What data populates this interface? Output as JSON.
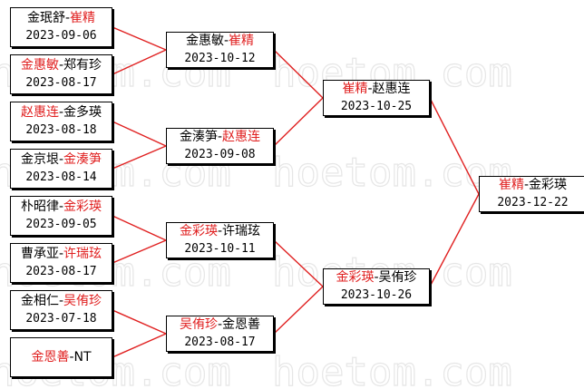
{
  "watermark": "hoetom.com",
  "colors": {
    "winner": "#e02020",
    "line": "#e02020",
    "text": "#000000",
    "watermark": "#e8e8e8"
  },
  "round1": [
    {
      "p1": "金珉舒",
      "p2": "崔精",
      "winner": 2,
      "date": "2023-09-06"
    },
    {
      "p1": "金惠敏",
      "p2": "郑有珍",
      "winner": 1,
      "date": "2023-08-17"
    },
    {
      "p1": "赵惠连",
      "p2": "金多瑛",
      "winner": 1,
      "date": "2023-08-18"
    },
    {
      "p1": "金京垠",
      "p2": "金湊笋",
      "winner": 2,
      "date": "2023-08-14"
    },
    {
      "p1": "朴昭律",
      "p2": "金彩瑛",
      "winner": 2,
      "date": "2023-09-05"
    },
    {
      "p1": "曹承亚",
      "p2": "许瑞玹",
      "winner": 2,
      "date": "2023-08-17"
    },
    {
      "p1": "金相仁",
      "p2": "吴侑珍",
      "winner": 2,
      "date": "2023-07-18"
    },
    {
      "p1": "金恩善",
      "p2": "NT",
      "winner": 1,
      "date": ""
    }
  ],
  "round2": [
    {
      "p1": "金惠敏",
      "p2": "崔精",
      "winner": 2,
      "date": "2023-10-12"
    },
    {
      "p1": "金湊笋",
      "p2": "赵惠连",
      "winner": 2,
      "date": "2023-09-08"
    },
    {
      "p1": "金彩瑛",
      "p2": "许瑞玹",
      "winner": 1,
      "date": "2023-10-11"
    },
    {
      "p1": "吴侑珍",
      "p2": "金恩善",
      "winner": 1,
      "date": "2023-08-17"
    }
  ],
  "round3": [
    {
      "p1": "崔精",
      "p2": "赵惠连",
      "winner": 1,
      "date": "2023-10-25"
    },
    {
      "p1": "金彩瑛",
      "p2": "吴侑珍",
      "winner": 1,
      "date": "2023-10-26"
    }
  ],
  "final": [
    {
      "p1": "崔精",
      "p2": "金彩瑛",
      "winner": 1,
      "date": "2023-12-22"
    }
  ]
}
